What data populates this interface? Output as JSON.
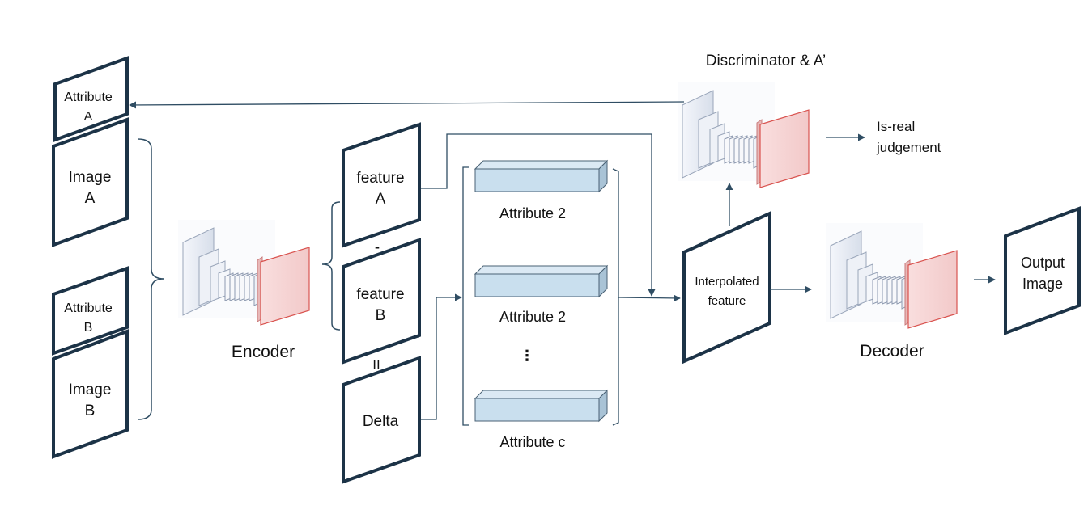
{
  "inputs": {
    "attribute_a": [
      "Attribute",
      "A"
    ],
    "image_a": [
      "Image",
      "A"
    ],
    "attribute_b": [
      "Attribute",
      "B"
    ],
    "image_b": [
      "Image",
      "B"
    ]
  },
  "encoder": {
    "label": "Encoder"
  },
  "features": {
    "feature_a": [
      "feature",
      "A"
    ],
    "minus_sign": "-",
    "feature_b": [
      "feature",
      "B"
    ],
    "equals_sign": "II",
    "delta": "Delta"
  },
  "attribute_bank": {
    "items": [
      "Attribute 2",
      "Attribute 2",
      "Attribute c"
    ],
    "ellipsis": "⋮"
  },
  "interpolated": {
    "label": [
      "Interpolated",
      "feature"
    ]
  },
  "discriminator": {
    "title": "Discriminator & A’",
    "output": [
      "Is-real",
      "judgement"
    ]
  },
  "decoder": {
    "label": "Decoder"
  },
  "output": {
    "label": [
      "Output",
      "Image"
    ]
  },
  "colors": {
    "frame": "#1c3347",
    "arrow": "#2f4d63",
    "block_fill": "#c9dfee",
    "block_stroke": "#4a6275",
    "net_plate": "#e6ecf5",
    "net_output": "#f6d6d6",
    "net_output_edge": "#d9534f"
  }
}
